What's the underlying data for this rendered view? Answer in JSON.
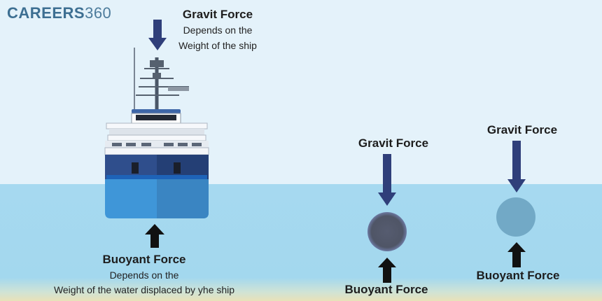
{
  "logo": {
    "brand": "CAREERS",
    "number": "360"
  },
  "ship": {
    "gravity": {
      "title": "Gravit Force",
      "line1": "Depends on the",
      "line2": "Weight of the ship"
    },
    "buoyant": {
      "title": "Buoyant Force",
      "line1": "Depends on the",
      "line2": "Weight of the water displaced by yhe ship"
    }
  },
  "dense_object": {
    "gravity_label": "Gravit Force",
    "buoyant_label": "Buoyant Force"
  },
  "floating_object": {
    "gravity_label": "Gravit Force",
    "buoyant_label": "Buoyant Force"
  },
  "colors": {
    "sky": "#e4f2fa",
    "water": "#a3d8ee",
    "sand": "#e9e2b8",
    "gravity_arrow": "#2f3f7a",
    "buoyant_arrow": "#111111",
    "dense_ball": "#4f5566",
    "light_ball": "#72a9c6",
    "hull": "#2f4e8c"
  }
}
